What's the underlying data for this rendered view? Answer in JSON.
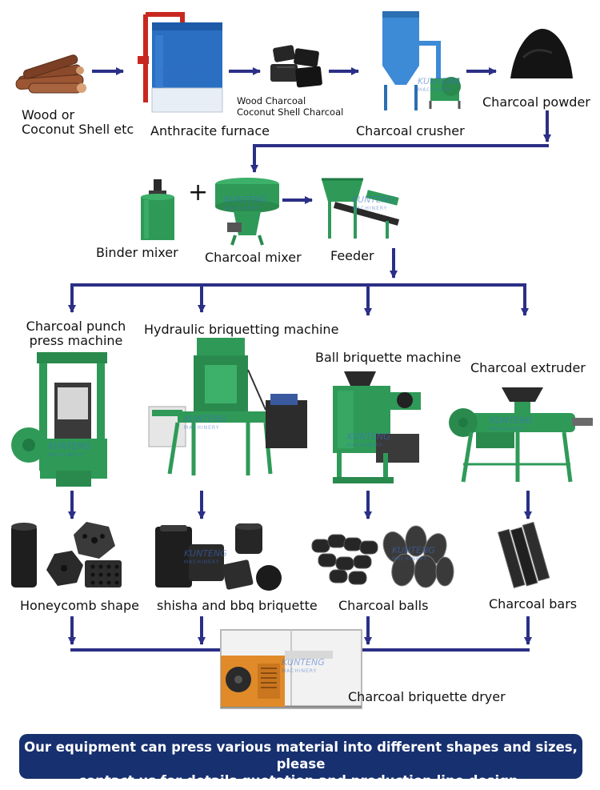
{
  "colors": {
    "arrow": "#2b2f86",
    "machine_green": "#2f9a58",
    "furnace_blue": "#2a6fc2",
    "furnace_red": "#c8281f",
    "crusher_blue": "#3d8ad6",
    "charcoal": "#1c1c1c",
    "banner_bg": "#17306f",
    "banner_text": "#ffffff"
  },
  "watermark": {
    "brand": "KUNTENG",
    "sub": "MACHINERY"
  },
  "stage1": {
    "wood": {
      "label_line1": "Wood or",
      "label_line2": "Coconut Shell etc",
      "icon": "wood-logs-icon"
    },
    "furnace": {
      "label": "Anthracite furnace",
      "icon": "furnace-icon"
    },
    "charcoal": {
      "label_line1": "Wood Charcoal",
      "label_line2": "Coconut Shell Charcoal",
      "icon": "charcoal-lumps-icon"
    },
    "crusher": {
      "label": "Charcoal crusher",
      "icon": "crusher-icon"
    },
    "powder": {
      "label": "Charcoal powder",
      "icon": "powder-pile-icon"
    }
  },
  "stage2": {
    "binder": {
      "label": "Binder mixer",
      "icon": "binder-mixer-icon"
    },
    "plus": "+",
    "mixer": {
      "label": "Charcoal mixer",
      "icon": "charcoal-mixer-icon"
    },
    "feeder": {
      "label": "Feeder",
      "icon": "feeder-icon"
    }
  },
  "machines": {
    "punch": {
      "label_line1": "Charcoal punch",
      "label_line2": "press machine",
      "icon": "punch-press-icon"
    },
    "hydraulic": {
      "label": "Hydraulic briquetting machine",
      "icon": "hydraulic-press-icon"
    },
    "ball": {
      "label": "Ball briquette machine",
      "icon": "ball-press-icon"
    },
    "extruder": {
      "label": "Charcoal extruder",
      "icon": "extruder-icon"
    }
  },
  "products": {
    "honeycomb": {
      "label": "Honeycomb shape",
      "icon": "honeycomb-briquette-icon"
    },
    "shisha": {
      "label": "shisha and bbq briquette",
      "icon": "shisha-briquette-icon"
    },
    "balls": {
      "label": "Charcoal balls",
      "icon": "charcoal-balls-icon"
    },
    "bars": {
      "label": "Charcoal bars",
      "icon": "charcoal-bars-icon"
    }
  },
  "dryer": {
    "label": "Charcoal briquette dryer",
    "icon": "dryer-icon"
  },
  "banner": {
    "line1": "Our equipment can press various material into different shapes and sizes, please",
    "line2": "contact us for details quotation and production line design."
  }
}
